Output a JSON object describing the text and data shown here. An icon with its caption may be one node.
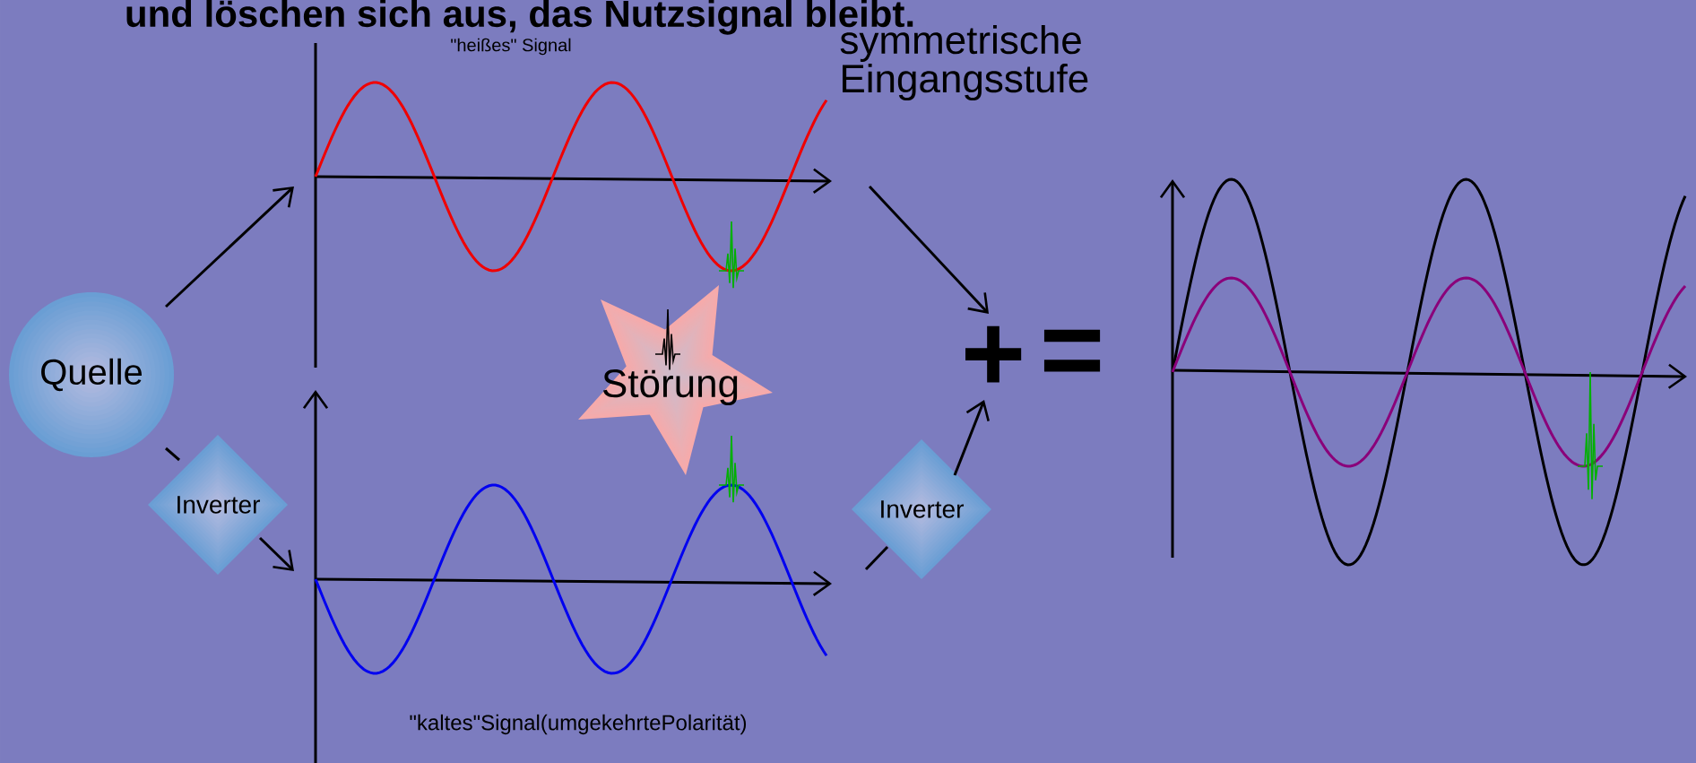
{
  "diagram": {
    "nodes": [
      {
        "text": [
          "Quelle"
        ]
      },
      {
        "text": [
          "Inverter"
        ]
      },
      {
        "text": [],
        "shape": "picture",
        "beside": [
          "\"heißes\" Signal"
        ]
      },
      {
        "text": [],
        "shape": "picture",
        "beside": [
          "\"kaltes\"Signal(umgekehrtePolarität)"
        ]
      },
      {
        "text": [
          "Störung"
        ]
      },
      {
        "text": [
          "Inverter"
        ]
      },
      {
        "text": [
          "+"
        ]
      }
    ],
    "edges": [
      {
        "from": 0,
        "to": 2,
        "arrow": "to"
      },
      {
        "from": 0,
        "to": 1,
        "arrow": "none"
      },
      {
        "from": 1,
        "to": 3,
        "arrow": "to"
      },
      {
        "from": 2,
        "to": 6,
        "arrow": "to"
      },
      {
        "from": 3,
        "to": 5,
        "arrow": "none"
      },
      {
        "from": 5,
        "to": 6,
        "arrow": "to"
      }
    ],
    "labels": [
      "und löschen sich aus, das Nutzsignal bleibt.",
      "symmetrische Eingangsstufe",
      "="
    ]
  }
}
